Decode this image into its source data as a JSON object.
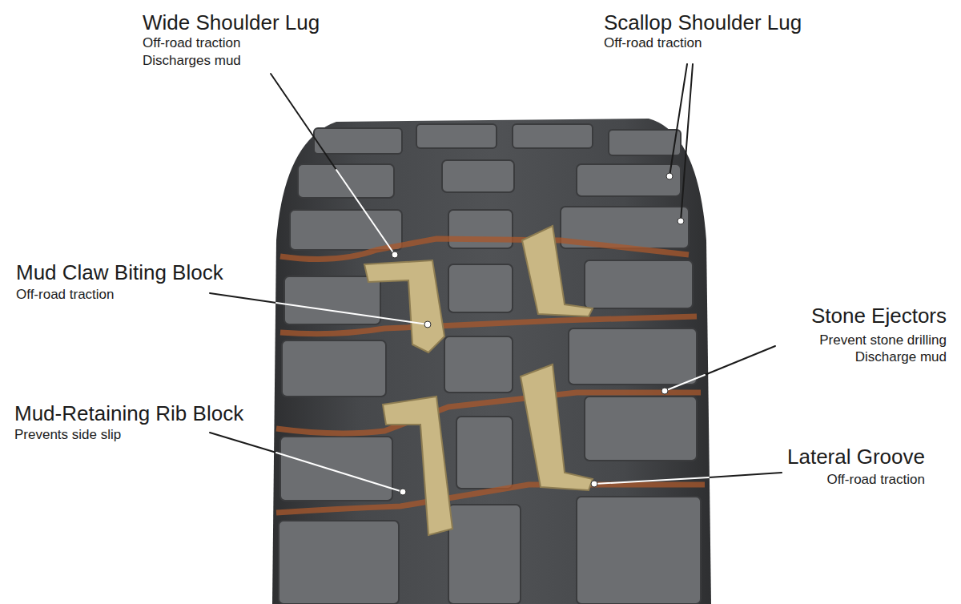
{
  "diagram": {
    "labels": [
      "Wide Shoulder Lug",
      "Off-road traction",
      "Discharges mud",
      "Scallop Shoulder Lug",
      "Off-road traction",
      "Mud Claw Biting Block",
      "Off-road traction",
      "Stone Ejectors",
      "Prevent stone drilling",
      "Discharge mud",
      "Mud-Retaining Rib Block",
      "Prevents side slip",
      "Lateral Groove",
      "Off-road traction"
    ]
  }
}
